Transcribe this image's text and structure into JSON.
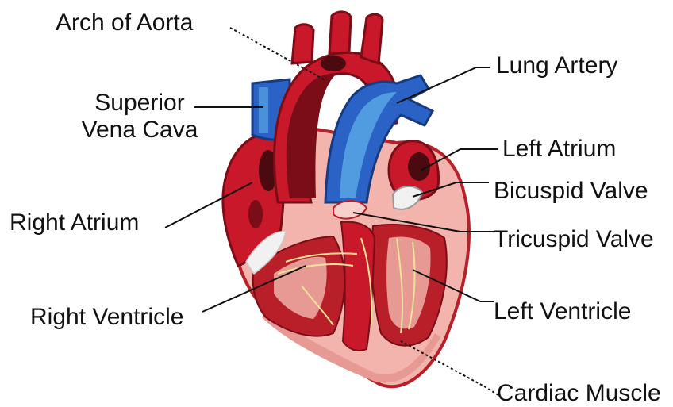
{
  "labels": {
    "arch_of_aorta": "Arch  of  Aorta",
    "superior_vena_cava_line1": "Superior",
    "superior_vena_cava_line2": "Vena Cava",
    "right_atrium": "Right  Atrium",
    "right_ventricle": "Right  Ventricle",
    "lung_artery": "Lung Artery",
    "left_atrium": "Left Atrium",
    "bicuspid_valve": "Bicuspid Valve",
    "tricuspid_valve": "Tricuspid Valve",
    "left_ventricle": "Left Ventricle",
    "cardiac_muscle": "Cardiac Muscle"
  },
  "colors": {
    "background": "#ffffff",
    "text": "#111111",
    "leader_line": "#111111",
    "artery_red": "#c8182a",
    "artery_dark": "#7a0d17",
    "artery_shadow": "#4a0a10",
    "vein_blue": "#2b62c6",
    "vein_light": "#5fb0e8",
    "muscle_pink": "#f2b4ad",
    "muscle_red": "#b81f28",
    "valve_white": "#f1f1f1",
    "fiber_yellow": "#efe39a"
  }
}
